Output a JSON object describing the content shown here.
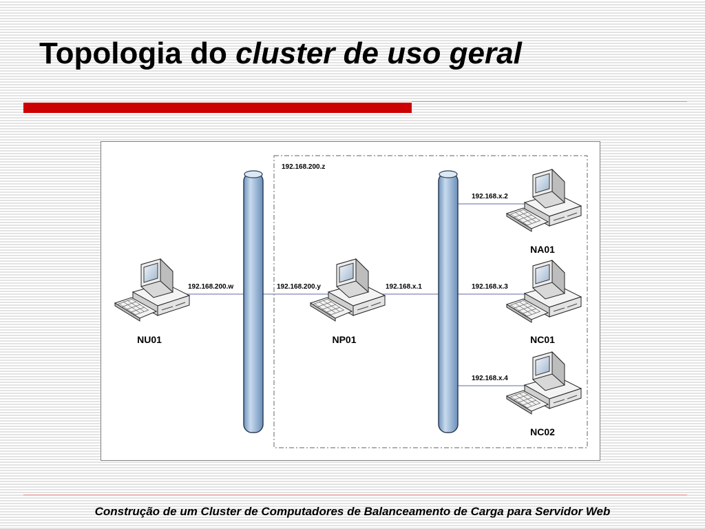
{
  "slide": {
    "title_plain": "Topologia do ",
    "title_italic": "cluster de uso geral",
    "footer": "Construção de um Cluster de Computadores de Balanceamento de Carga para Servidor Web",
    "accent_color": "#cc0000"
  },
  "diagram": {
    "cluster_subnet_label": "192.168.200.z",
    "links": {
      "nu01": "192.168.200.w",
      "np01_public": "192.168.200.y",
      "np01_private": "192.168.x.1",
      "na01": "192.168.x.2",
      "nc01": "192.168.x.3",
      "nc02": "192.168.x.4"
    },
    "nodes": {
      "nu01": "NU01",
      "np01": "NP01",
      "na01": "NA01",
      "nc01": "NC01",
      "nc02": "NC02"
    },
    "icons": {
      "computer": "desktop-computer-icon",
      "network_bus": "network-backbone"
    },
    "colors": {
      "backbone": "#9dbcdc",
      "link": "#7c87b8",
      "cluster_border": "#7f7f7f"
    }
  }
}
